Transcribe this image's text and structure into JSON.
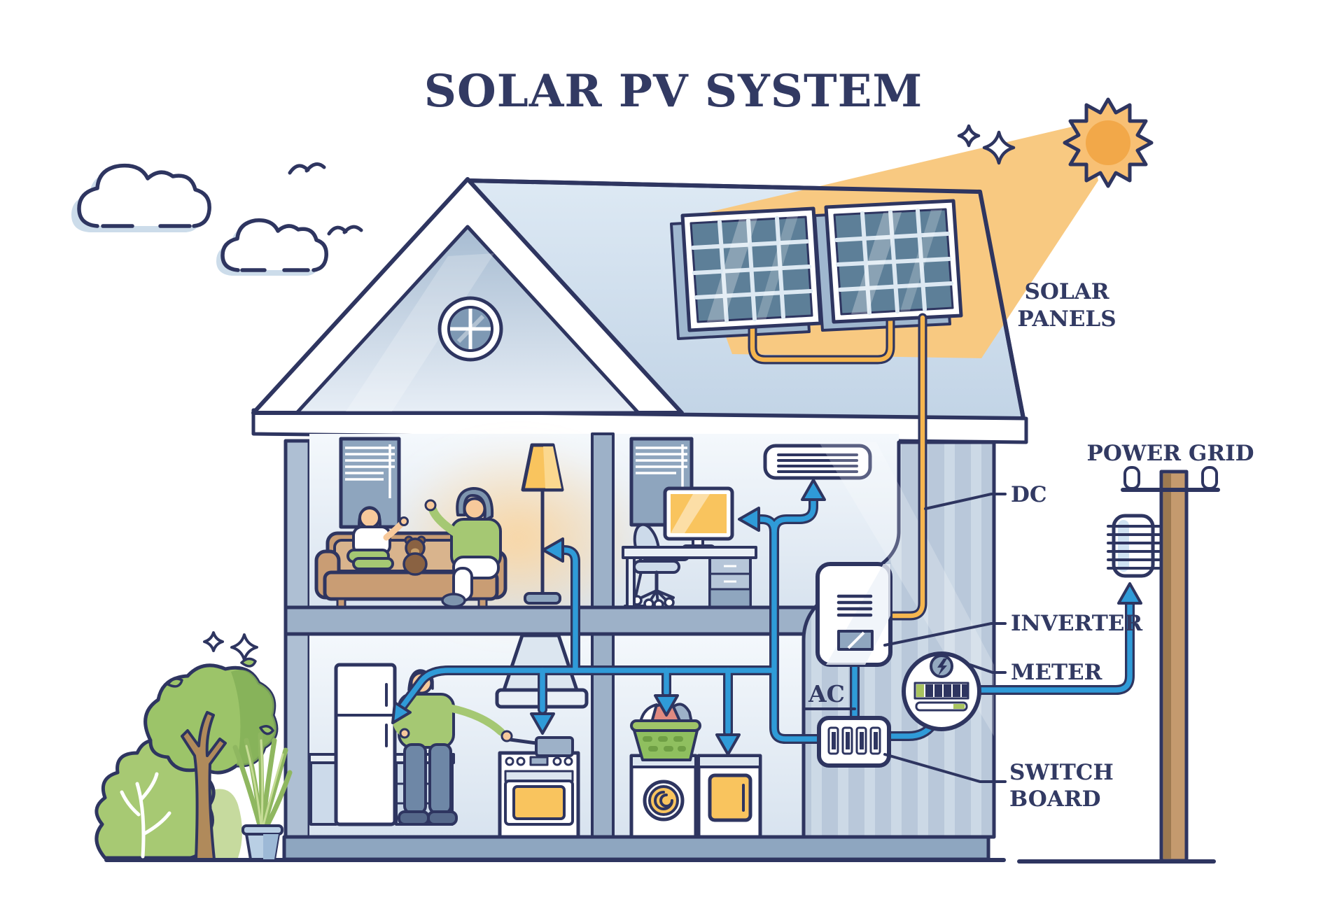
{
  "title": "SOLAR PV SYSTEM",
  "labels": {
    "solar_panels": [
      "SOLAR",
      "PANELS"
    ],
    "dc": "DC",
    "power_grid": "POWER GRID",
    "inverter": "INVERTER",
    "meter": "METER",
    "ac": "AC",
    "switch_board": [
      "SWITCH",
      "BOARD"
    ]
  },
  "colors": {
    "outline_navy": "#2e3560",
    "text_navy": "#323a63",
    "wire_ac_blue": "#2f9bd8",
    "wire_dc_orange": "#f6b64f",
    "sun_orange": "#f2a849",
    "beam_yellow": "#f8c981",
    "roof_blue": "#cfdeed",
    "side_wall_blue": "#b9c8da",
    "panel_cell_blue": "#5d7f98",
    "foliage_green": "#9cc469",
    "shirt_green": "#a5c873",
    "accent_yellow": "#f9c45e",
    "pole_brown": "#c49a6e"
  }
}
